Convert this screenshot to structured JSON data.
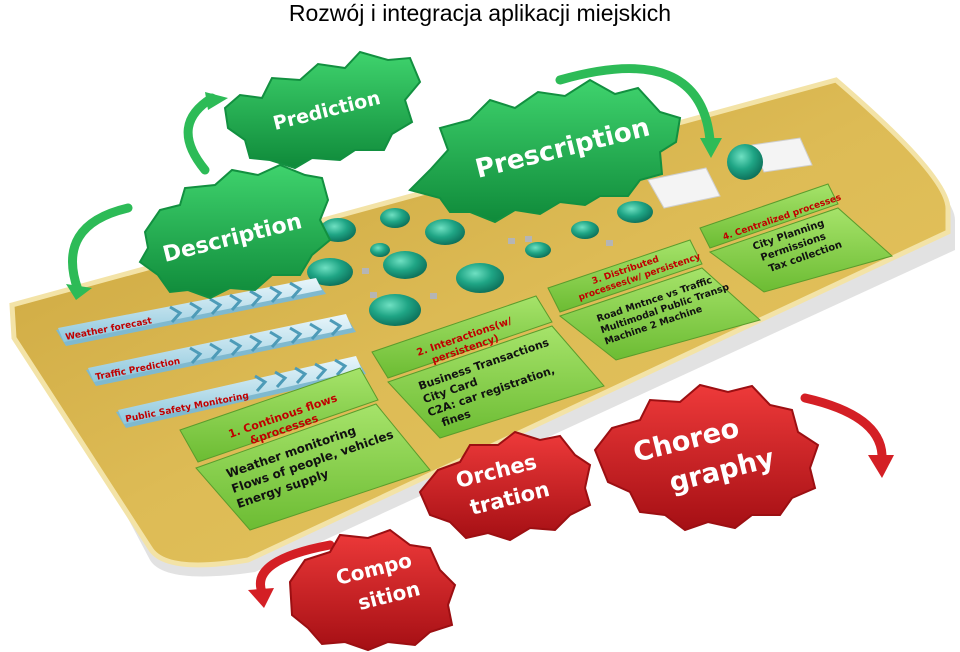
{
  "title": "Rozwój i integracja aplikacji miejskich",
  "gears": {
    "prediction": "Prediction",
    "prescription": "Prescription",
    "description": "Description",
    "orchestration": [
      "Orches",
      "tration"
    ],
    "choreography": [
      "Choreo",
      "graphy"
    ],
    "composition": [
      "Compo",
      "sition"
    ]
  },
  "lanes": [
    "Weather forecast",
    "Traffic Prediction",
    "Public Safety Monitoring"
  ],
  "boxes": [
    {
      "title": [
        "1. Continous flows",
        "&processes"
      ],
      "items": [
        "Weather monitoring",
        "Flows of people, vehicles",
        "Energy supply"
      ]
    },
    {
      "title": [
        "2. Interactions(w/",
        "persistency)"
      ],
      "items": [
        "Business Transactions",
        "City Card",
        "C2A: car registration,",
        "fines"
      ]
    },
    {
      "title": [
        "3. Distributed",
        "processes(w/ persistency"
      ],
      "items": [
        "Road Mntnce vs Traffic",
        "Multimodal Public Transp",
        "Machine 2 Machine"
      ]
    },
    {
      "title": [
        "4. Centralized processes"
      ],
      "items": [
        "City Planning",
        "Permissions",
        "Tax collection"
      ]
    }
  ],
  "colors": {
    "platform": "#d9b64a",
    "platform_edge": "#f0dc9a",
    "gear_green": "#1faa4c",
    "gear_red": "#d41f25",
    "box_green": "#8fd14f",
    "bubble": "#1d9a7e"
  }
}
